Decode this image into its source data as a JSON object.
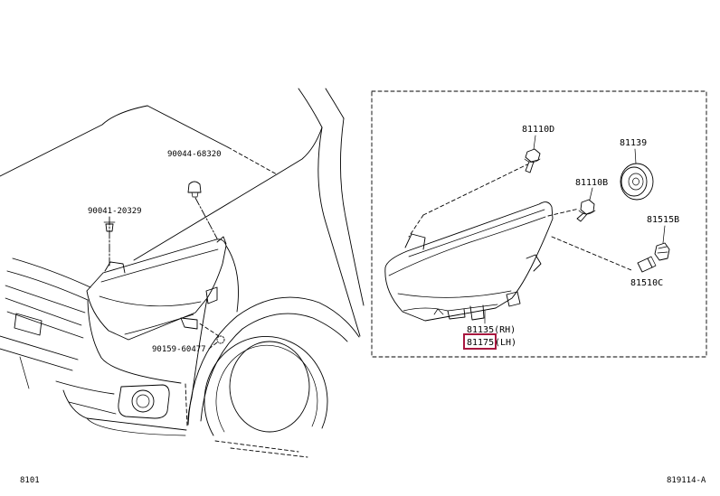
{
  "diagram": {
    "callouts": {
      "clip_hood": "90044-68320",
      "clip_bumper": "90041-20329",
      "clip_lower": "90159-60477",
      "screw_upper": "81110D",
      "cap": "81139",
      "screw_side": "81110B",
      "socket": "81515B",
      "bulb": "81510C",
      "lamp_rh": "81135(RH)",
      "lamp_lh": "81175",
      "lamp_lh_side": "(LH)"
    },
    "footer": {
      "left": "8101",
      "right": "819114-A"
    },
    "colors": {
      "line": "#000000",
      "highlight": "#a8173f",
      "background": "#ffffff"
    }
  }
}
